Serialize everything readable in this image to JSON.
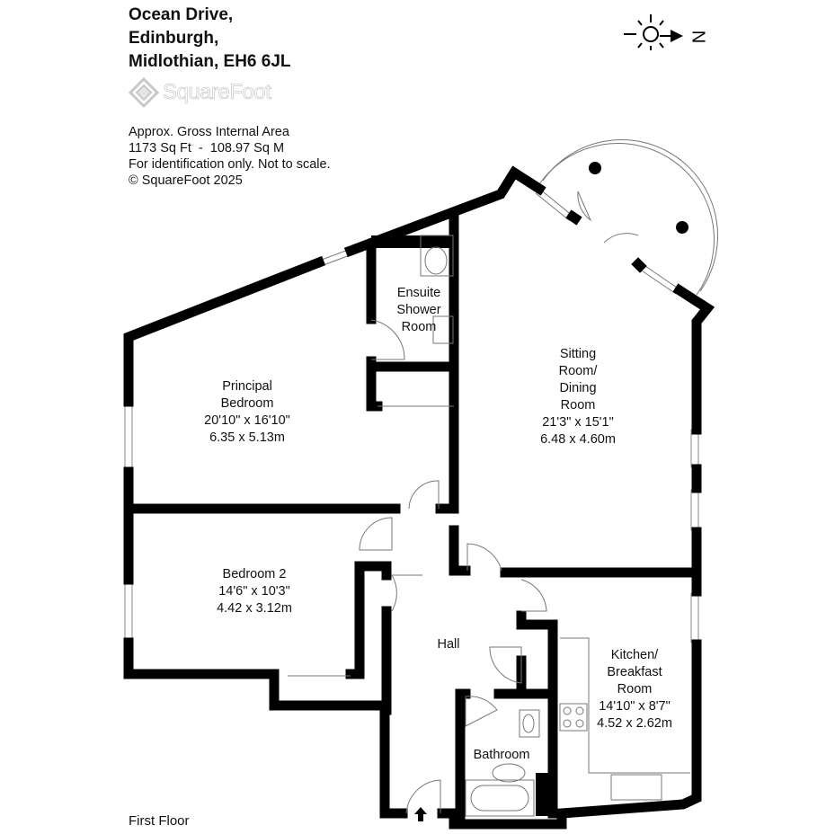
{
  "address": {
    "line1": "Ocean Drive,",
    "line2": "Edinburgh,",
    "line3": "Midlothian, EH6 6JL"
  },
  "logo": {
    "text": "SquareFoot"
  },
  "info": {
    "area_label": "Approx. Gross Internal Area",
    "area_value": "1173 Sq Ft  -  108.97 Sq M",
    "disclaimer": "For identification only. Not to scale.",
    "copyright": "© SquareFoot 2025"
  },
  "compass": {
    "north_label": "N"
  },
  "floor_label": "First Floor",
  "rooms": {
    "principal": {
      "name1": "Principal",
      "name2": "Bedroom",
      "imperial": "20'10\" x 16'10\"",
      "metric": "6.35 x 5.13m"
    },
    "ensuite": {
      "name1": "Ensuite",
      "name2": "Shower",
      "name3": "Room"
    },
    "sitting": {
      "name1": "Sitting",
      "name2": "Room/",
      "name3": "Dining",
      "name4": "Room",
      "imperial": "21'3\" x 15'1\"",
      "metric": "6.48 x 4.60m"
    },
    "bedroom2": {
      "name": "Bedroom 2",
      "imperial": "14'6\" x 10'3\"",
      "metric": "4.42 x 3.12m"
    },
    "hall": {
      "name": "Hall"
    },
    "kitchen": {
      "name1": "Kitchen/",
      "name2": "Breakfast",
      "name3": "Room",
      "imperial": "14'10\" x 8'7\"",
      "metric": "4.52 x 2.62m"
    },
    "bathroom": {
      "name": "Bathroom"
    }
  }
}
